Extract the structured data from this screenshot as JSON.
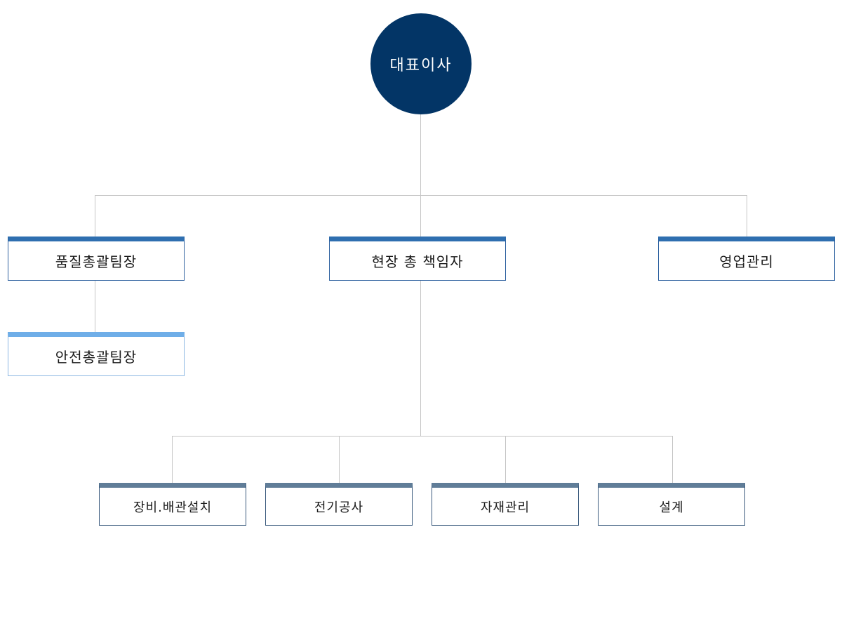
{
  "ceo": {
    "label": "대표이사",
    "color": "#033566"
  },
  "departments": {
    "quality": {
      "label": "품질총괄팀장"
    },
    "safety": {
      "label": "안전총괄팀장"
    },
    "site": {
      "label": "현장 총 책임자"
    },
    "sales": {
      "label": "영업관리"
    }
  },
  "teams": [
    {
      "label": "장비.배관설치"
    },
    {
      "label": "전기공사"
    },
    {
      "label": "자재관리"
    },
    {
      "label": "설계"
    }
  ],
  "colors": {
    "level1_border": "#2f6fb0",
    "safety_border": "#6faee8",
    "level2_border": "#607d98",
    "connector": "#c6c6c6"
  }
}
